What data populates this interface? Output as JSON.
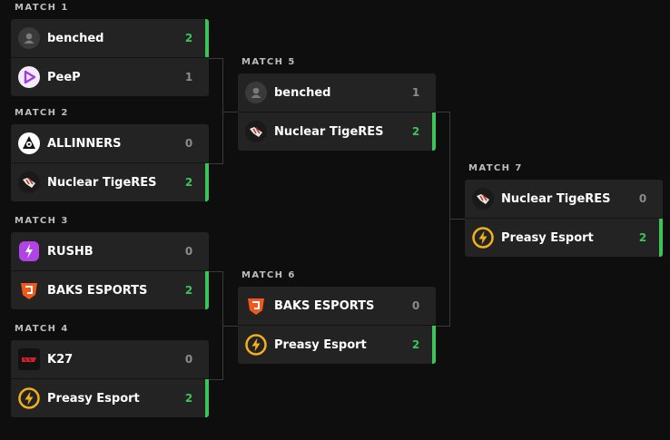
{
  "matches": [
    {
      "label": "MATCH 1",
      "teams": [
        {
          "name": "benched",
          "score": "2",
          "logo": "avatar-placeholder-icon",
          "win": true
        },
        {
          "name": "PeeP",
          "score": "1",
          "logo": "peep-logo-icon",
          "win": false
        }
      ]
    },
    {
      "label": "MATCH 2",
      "teams": [
        {
          "name": "ALLINNERS",
          "score": "0",
          "logo": "allinners-logo-icon",
          "win": false
        },
        {
          "name": "Nuclear TigeRES",
          "score": "2",
          "logo": "tiger-logo-icon",
          "win": true
        }
      ]
    },
    {
      "label": "MATCH 3",
      "teams": [
        {
          "name": "RUSHB",
          "score": "0",
          "logo": "rushb-logo-icon",
          "win": false
        },
        {
          "name": "BAKS ESPORTS",
          "score": "2",
          "logo": "baks-logo-icon",
          "win": true
        }
      ]
    },
    {
      "label": "MATCH 4",
      "teams": [
        {
          "name": "K27",
          "score": "0",
          "logo": "k27-logo-icon",
          "win": false
        },
        {
          "name": "Preasy Esport",
          "score": "2",
          "logo": "preasy-logo-icon",
          "win": true
        }
      ]
    },
    {
      "label": "MATCH 5",
      "teams": [
        {
          "name": "benched",
          "score": "1",
          "logo": "avatar-placeholder-icon",
          "win": false
        },
        {
          "name": "Nuclear TigeRES",
          "score": "2",
          "logo": "tiger-logo-icon",
          "win": true
        }
      ]
    },
    {
      "label": "MATCH 6",
      "teams": [
        {
          "name": "BAKS ESPORTS",
          "score": "0",
          "logo": "baks-logo-icon",
          "win": false
        },
        {
          "name": "Preasy Esport",
          "score": "2",
          "logo": "preasy-logo-icon",
          "win": true
        }
      ]
    },
    {
      "label": "MATCH 7",
      "teams": [
        {
          "name": "Nuclear TigeRES",
          "score": "0",
          "logo": "tiger-logo-icon",
          "win": false
        },
        {
          "name": "Preasy Esport",
          "score": "2",
          "logo": "preasy-logo-icon",
          "win": true
        }
      ]
    }
  ],
  "colors": {
    "win": "#3cc35a",
    "card": "#232323",
    "background": "#0e0e0e",
    "score_loss": "#8c8c8c"
  }
}
